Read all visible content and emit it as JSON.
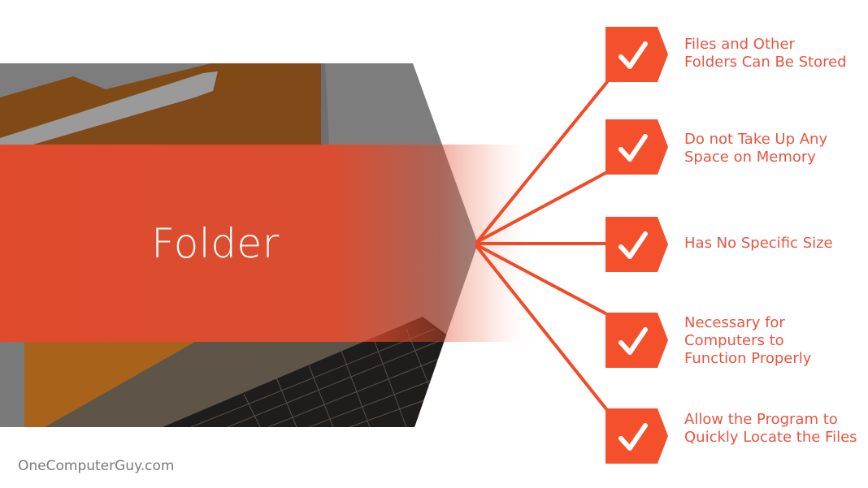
{
  "title": "Folder",
  "watermark": "OneComputerGuy.com",
  "colors": {
    "accent": "#f4502b",
    "band": "#e2492a",
    "text_accent": "#e8553f",
    "photo_gray": "#7d7d7d",
    "folder_brown": "#7f4a16"
  },
  "features": [
    {
      "icon": "checkmark-icon",
      "text": "Files and Other\nFolders Can Be Stored"
    },
    {
      "icon": "checkmark-icon",
      "text": "Do not Take Up Any\nSpace on Memory"
    },
    {
      "icon": "checkmark-icon",
      "text": "Has No Specific Size"
    },
    {
      "icon": "checkmark-icon",
      "text": "Necessary for\nComputers to\nFunction Properly"
    },
    {
      "icon": "checkmark-icon",
      "text": "Allow the Program to\nQuickly Locate the Files"
    }
  ]
}
